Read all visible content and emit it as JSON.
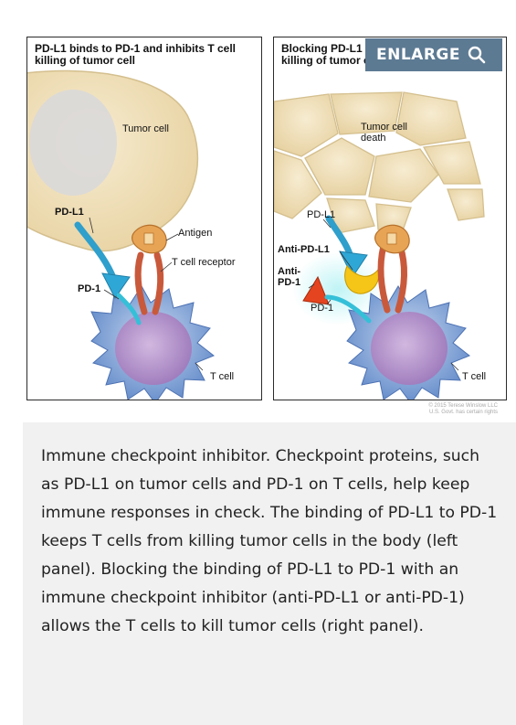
{
  "figure": {
    "left_panel": {
      "title": "PD-L1 binds to PD-1 and inhibits T cell killing of tumor cell",
      "labels": {
        "tumor_cell": "Tumor cell",
        "pd_l1": "PD-L1",
        "antigen": "Antigen",
        "t_cell_receptor": "T cell receptor",
        "pd_1": "PD-1",
        "t_cell": "T cell"
      }
    },
    "right_panel": {
      "title": "Blocking PD-L1 or PD-1 allows T cell killing of tumor cell",
      "labels": {
        "tumor_cell_death": "Tumor cell death",
        "pd_l1": "PD-L1",
        "anti_pd_l1": "Anti-PD-L1",
        "anti_pd_1": "Anti-PD-1",
        "pd_1": "PD-1",
        "t_cell": "T cell"
      }
    },
    "credit_line1": "© 2015 Terese Winslow LLC",
    "credit_line2": "U.S. Govt. has certain rights"
  },
  "enlarge_button": {
    "label": "ENLARGE",
    "icon": "search-icon"
  },
  "caption": "Immune checkpoint inhibitor. Checkpoint proteins, such as PD-L1 on tumor cells and PD-1 on T cells, help keep immune responses in check. The binding of PD-L1 to PD-1 keeps T cells from killing tumor cells in the body (left panel). Blocking the binding of PD-L1 to PD-1 with an immune checkpoint inhibitor (anti-PD-L1 or anti-PD-1) allows the T cells to kill tumor cells (right panel).",
  "colors": {
    "tumor": "#f2e2bd",
    "tumor_edge": "#d9c79a",
    "t_cell": "#6f96d2",
    "t_cell_nucleus": "#b38fc8",
    "pd_l1": "#34a9d3",
    "receptor": "#c9593b",
    "antigen": "#e79a4d",
    "anti_pd_l1": "#f5c518",
    "anti_pd_1": "#e4441f",
    "button_bg": "#5d7a93",
    "caption_bg": "#f1f1f1"
  }
}
